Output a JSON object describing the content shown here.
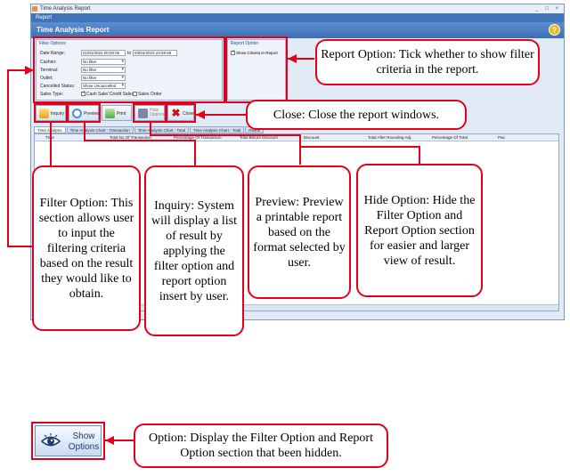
{
  "window": {
    "title": "Time Analysis Report",
    "menu": "Report",
    "header": "Time Analysis Report",
    "controls": "_ □ ×",
    "help": "?"
  },
  "filter_options": {
    "title": "Filter Options",
    "date_range_label": "Date Range:",
    "date_from": "01/01/2022 00:00:00",
    "date_to_label": "to",
    "date_to": "03/04/2023 23:59:59",
    "cashier_label": "Cashier:",
    "cashier_value": "No filter",
    "terminal_label": "Terminal:",
    "terminal_value": "No filter",
    "outlet_label": "Outlet:",
    "outlet_value": "No filter",
    "cancelled_label": "Cancelled Status:",
    "cancelled_value": "Show Uncancelled",
    "sales_type_label": "Sales Type:",
    "sales_type_cash": "Cash Sale/ Credit Sales",
    "sales_type_order": "Sales Order"
  },
  "report_option": {
    "title": "Report Option",
    "show_criteria": "Show Criteria In Report"
  },
  "toolbar": {
    "inquiry": "Inquiry",
    "preview": "Preview",
    "print": "Print",
    "hide_options": "Hide Options",
    "close": "Close"
  },
  "tabs": [
    "Time Analysis",
    "Time Analysis Chart - Transaction",
    "Time Analysis Chart - Total",
    "Time Analysis Chart - Total",
    "Result"
  ],
  "grid_columns": [
    "Time",
    "Total No Of Transaction",
    "Percentage Of Transaction",
    "Total Before Discount",
    "Discount",
    "Total After Rounding Adj.",
    "Percentage Of Total",
    "Pax"
  ],
  "callouts": {
    "report_option": "Report Option: Tick whether to show filter criteria in the report.",
    "close": "Close: Close the report windows.",
    "filter_option": "Filter Option: This section allows user to input the filtering criteria based on the result they would like to obtain.",
    "inquiry": "Inquiry: System will display a list of result by applying the filter option and report option insert by user.",
    "preview": "Preview: Preview a printable report based on the format selected by user.",
    "hide_option": "Hide Option: Hide the Filter Option and Report Option section for easier and larger view of result.",
    "show_option": "Option: Display the Filter Option and Report Option section that been hidden."
  },
  "show_options_button": {
    "line1": "Show",
    "line2": "Options"
  }
}
